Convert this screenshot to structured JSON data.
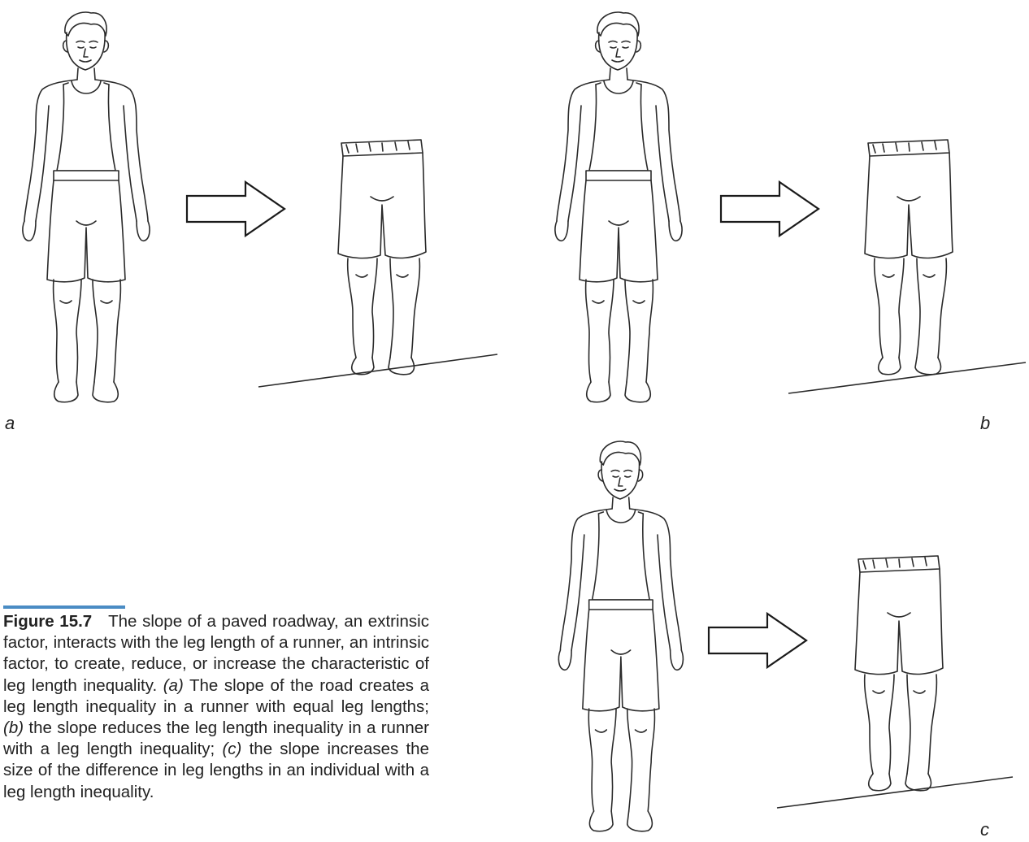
{
  "panels": [
    {
      "id": "a",
      "label": "a"
    },
    {
      "id": "b",
      "label": "b"
    },
    {
      "id": "c",
      "label": "c"
    }
  ],
  "caption": {
    "figure_label": "Figure 15.7",
    "segments": [
      {
        "text": "The slope of a paved roadway, an extrinsic factor, interacts with the leg length of a runner, an intrinsic factor, to create, reduce, or increase the characteristic of leg length inequality. ",
        "italic": false
      },
      {
        "text": "(a)",
        "italic": true
      },
      {
        "text": " The slope of the road creates a leg length inequality in a runner with equal leg lengths; ",
        "italic": false
      },
      {
        "text": "(b)",
        "italic": true
      },
      {
        "text": " the slope reduces the leg length inequality in a runner with a leg length inequality; ",
        "italic": false
      },
      {
        "text": "(c)",
        "italic": true
      },
      {
        "text": " the slope increases the size of the difference in leg lengths in an individual with a leg length inequality.",
        "italic": false
      }
    ]
  },
  "colors": {
    "caption_rule": "#4a8cc4",
    "line_art": "#2a2a2a"
  }
}
